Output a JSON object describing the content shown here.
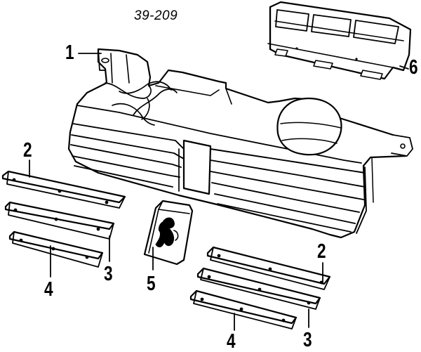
{
  "diagram": {
    "reference_code": "39-209",
    "callouts": [
      {
        "id": "c1",
        "text": "1"
      },
      {
        "id": "c2a",
        "text": "2"
      },
      {
        "id": "c2b",
        "text": "2"
      },
      {
        "id": "c3a",
        "text": "3"
      },
      {
        "id": "c3b",
        "text": "3"
      },
      {
        "id": "c4a",
        "text": "4"
      },
      {
        "id": "c4b",
        "text": "4"
      },
      {
        "id": "c5",
        "text": "5"
      },
      {
        "id": "c6",
        "text": "6"
      }
    ],
    "parts": [
      {
        "name": "grille-assembly"
      },
      {
        "name": "upper-trim-strip"
      },
      {
        "name": "middle-trim-strip"
      },
      {
        "name": "lower-trim-strip"
      },
      {
        "name": "lion-emblem"
      },
      {
        "name": "grille-insert"
      }
    ],
    "colors": {
      "ink": "#000000",
      "paper": "#ffffff",
      "shade": "#dcdcdc"
    }
  }
}
